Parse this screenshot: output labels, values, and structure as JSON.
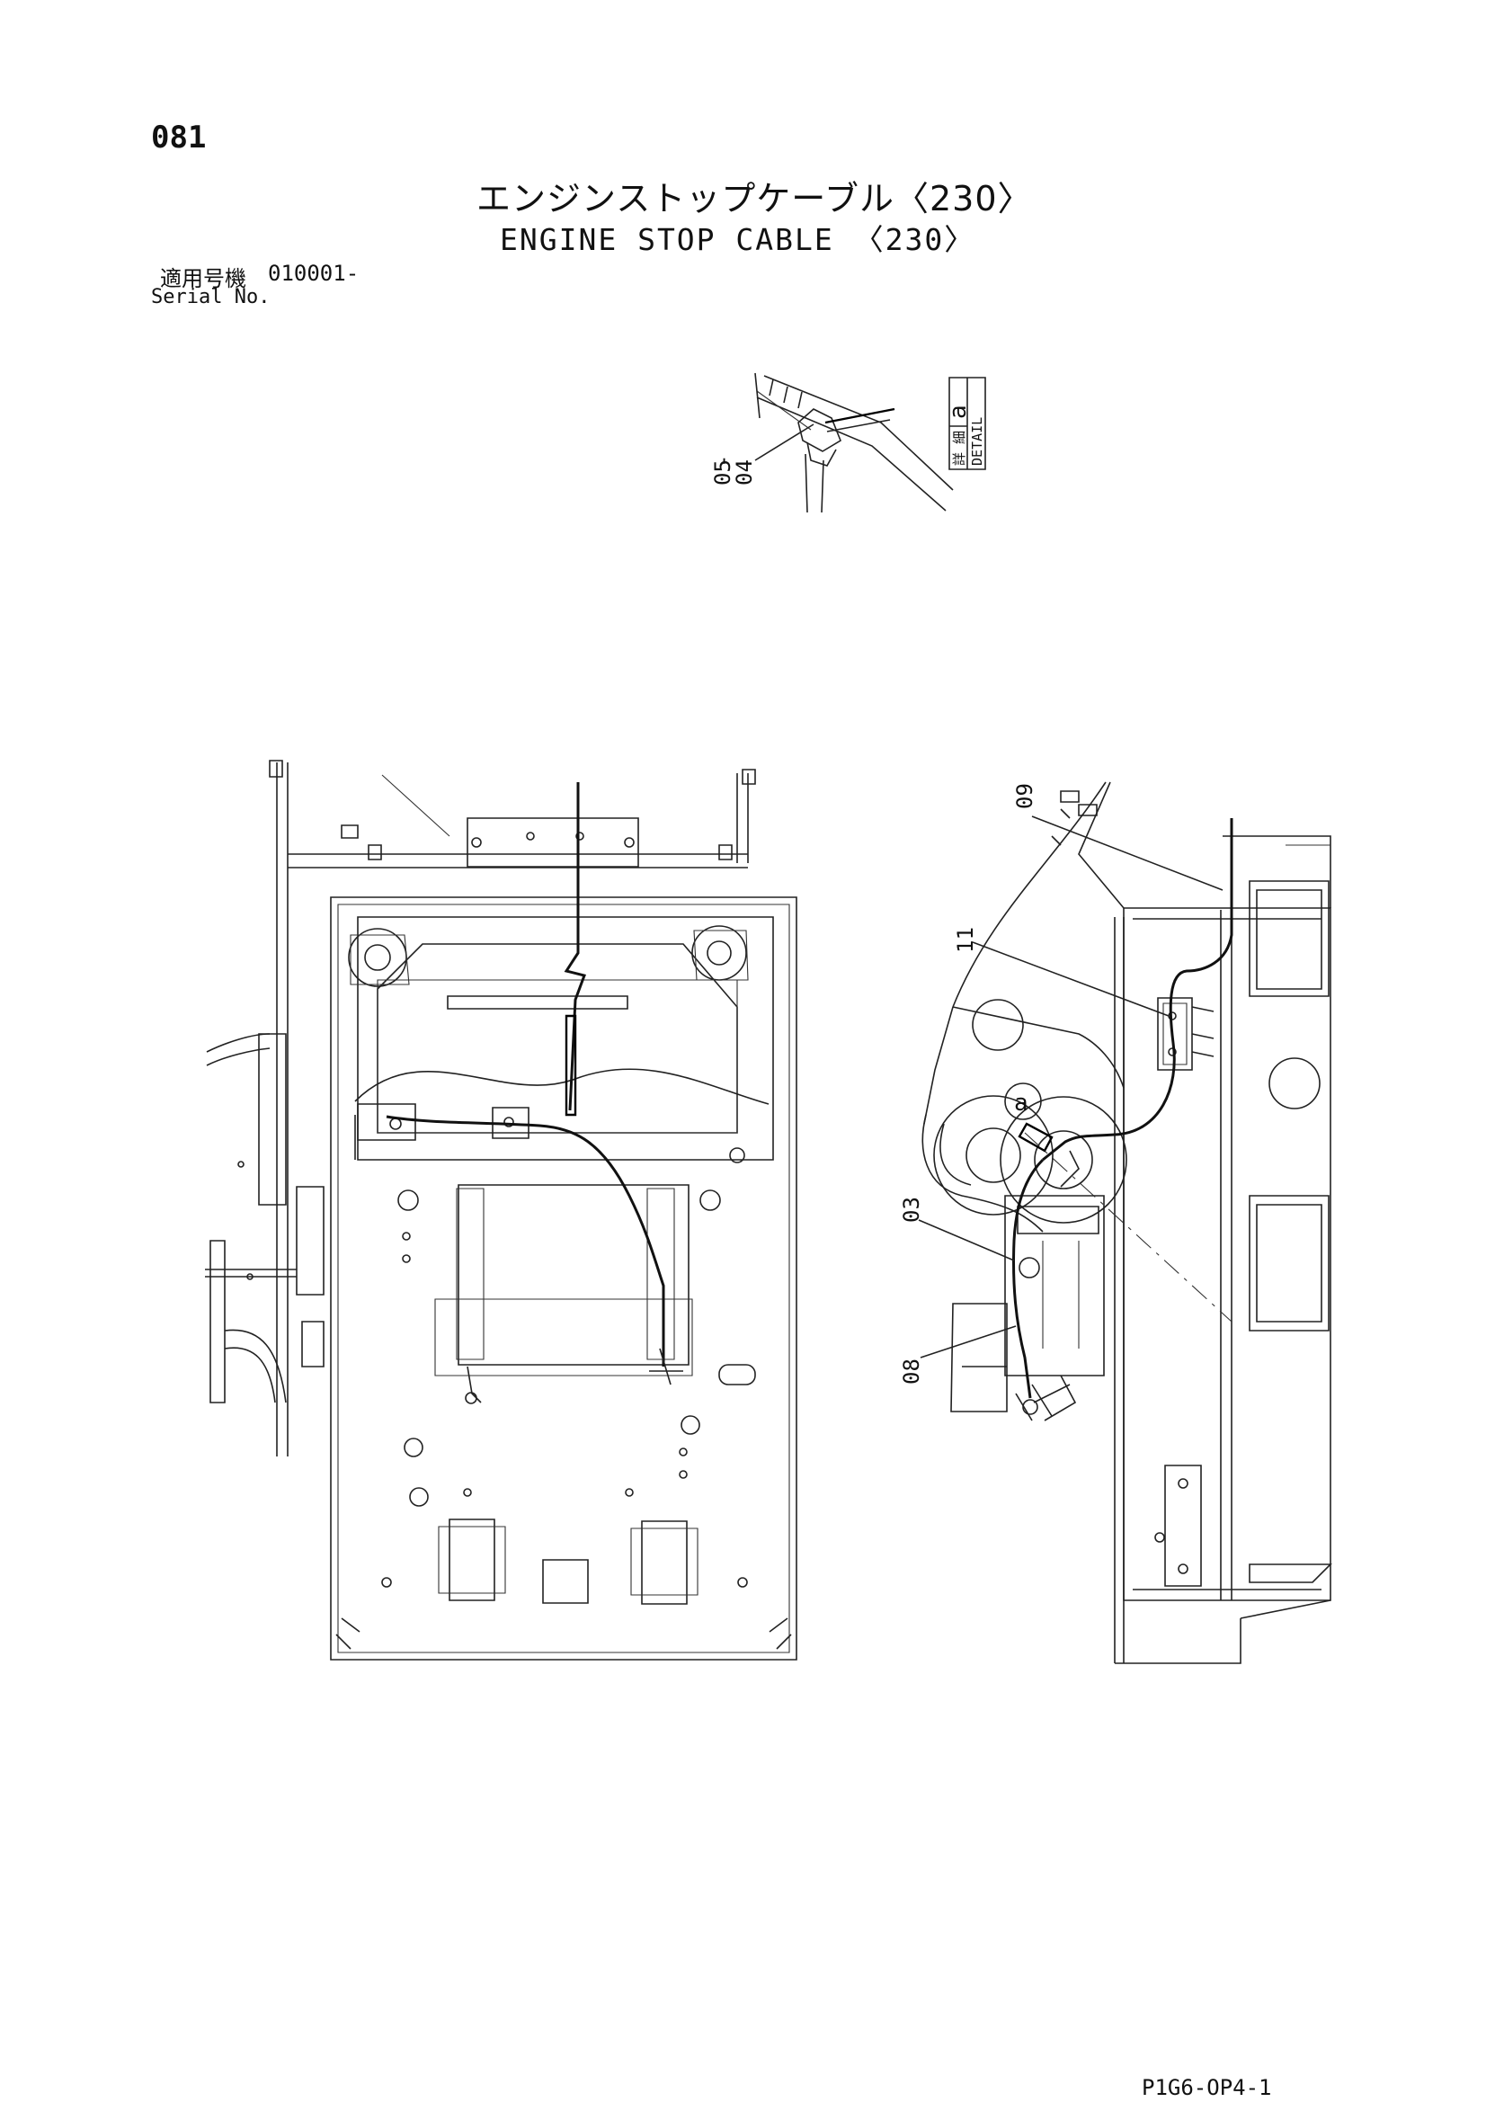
{
  "header": {
    "page_number": "081",
    "title_jp": "エンジンストップケーブル〈230〉",
    "title_en": "ENGINE STOP CABLE 〈230〉",
    "serial_label_jp": "適用号機",
    "serial_value": "010001-",
    "serial_label_en": "Serial No."
  },
  "detail": {
    "box_jp": "詳 細",
    "box_en": "DETAIL",
    "letter": "a",
    "callout_a": "05",
    "callout_sep": "-",
    "callout_b": "04"
  },
  "callouts": {
    "part_09": "09",
    "part_11": "11",
    "part_03": "03",
    "part_08": "08",
    "detail_marker": "a"
  },
  "footer": {
    "doc_code": "P1G6-OP4-1"
  }
}
